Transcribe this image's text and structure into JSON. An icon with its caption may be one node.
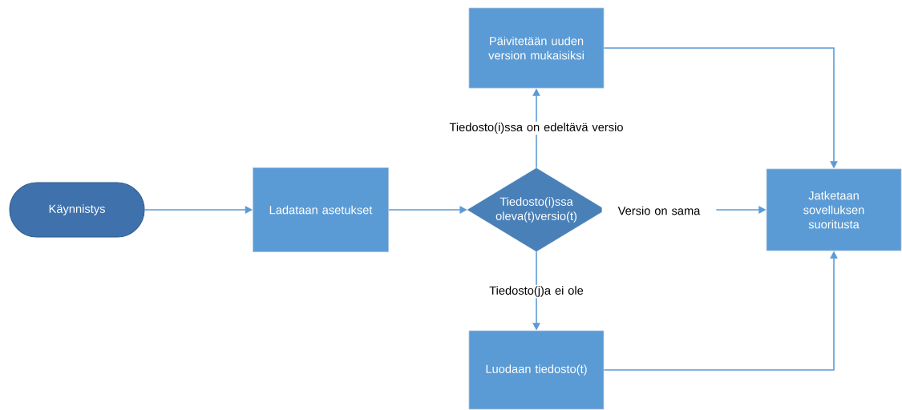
{
  "diagram": {
    "nodes": [
      {
        "text": [
          "Käynnistys"
        ]
      },
      {
        "text": [
          "Ladataan asetukset"
        ]
      },
      {
        "text": [
          "Tiedosto(i)ssa oleva(t)versio(t)"
        ]
      },
      {
        "text": [
          "Päivitetään uuden version mukaisiksi"
        ]
      },
      {
        "text": [
          "Jatketaan sovelluksen suoritusta"
        ]
      },
      {
        "text": [
          "Luodaan tiedosto(t)"
        ]
      }
    ],
    "edges": [
      {
        "from": 0,
        "to": 1,
        "arrow": "to"
      },
      {
        "from": 1,
        "to": 2,
        "arrow": "to"
      },
      {
        "from": 2,
        "to": 3,
        "arrow": "to",
        "label": "Tiedosto(i)ssa on edeltävä versio"
      },
      {
        "from": 2,
        "to": 4,
        "arrow": "to",
        "label": "Versio on sama"
      },
      {
        "from": 2,
        "to": 5,
        "arrow": "to",
        "label": "Tiedosto(j)a ei ole"
      },
      {
        "from": 3,
        "to": 4,
        "arrow": "to"
      },
      {
        "from": 5,
        "to": 4,
        "arrow": "to"
      }
    ]
  }
}
